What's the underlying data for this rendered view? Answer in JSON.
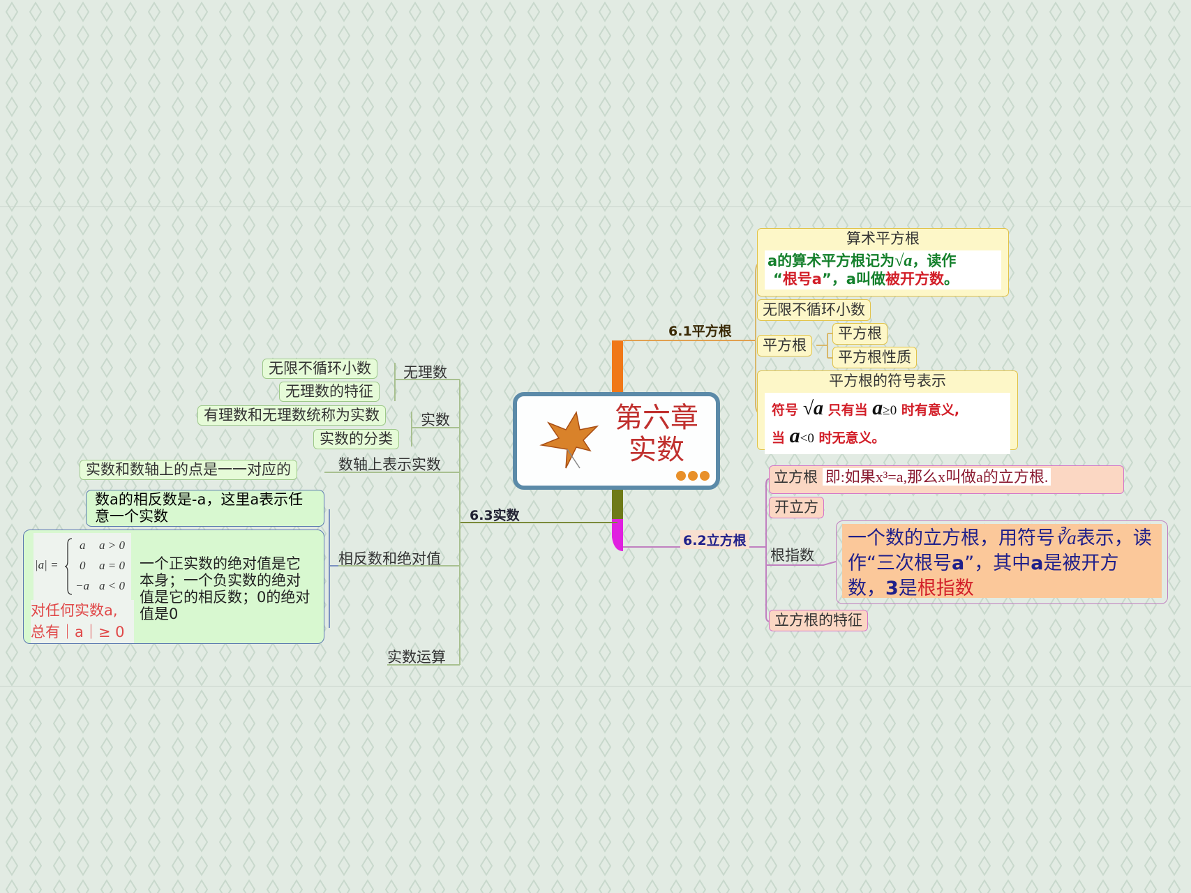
{
  "center": {
    "title_line1": "第六章",
    "title_line2": "实数",
    "leaf_icon": "maple-leaf-icon",
    "more_icon": "ellipsis-dots-icon"
  },
  "colors": {
    "background": "#e2ebe3",
    "branch_61": "#f07818",
    "branch_62": "#e020e0",
    "branch_63": "#6e7a18",
    "center_border": "#5b8aa8",
    "title": "#c0302e"
  },
  "branch_61": {
    "label": "6.1平方根",
    "arith": {
      "title": "算术平方根",
      "l1a": "a的算术平方根记为",
      "sqrt_a": "√a",
      "l1b": "，读作",
      "l2q1": "“",
      "l2red": "根号a",
      "l2q2": "”，a叫做",
      "l2red2": "被开方数",
      "l2end": "。"
    },
    "infinite": "无限不循环小数",
    "sqrt": {
      "label": "平方根",
      "children": [
        "平方根",
        "平方根性质"
      ]
    },
    "symbol": {
      "title": "平方根的符号表示",
      "l1a": "符号",
      "sqrt_a": "√a",
      "l1b": "只有当",
      "a1": "a",
      "ge": "≥0",
      "l1c": "时有意义,",
      "l2a": "当",
      "a2": "a",
      "lt": "<0",
      "l2b": "时无意义。"
    }
  },
  "branch_62": {
    "label": "6.2立方根",
    "cube": {
      "label": "立方根",
      "def": "即:如果x³=a,那么x叫做a的立方根."
    },
    "extract": "开立方",
    "index": {
      "label": "根指数",
      "t1": "一个数的立方根，用符号",
      "cbrt": "∛a",
      "t2": "表示，读作“三次根号",
      "a1": "a",
      "t3": "”，其中",
      "a2": "a",
      "t4": "是被开方数，",
      "three": "3",
      "t5": "是",
      "red": "根指数"
    },
    "feature": "立方根的特征"
  },
  "branch_63": {
    "label": "6.3实数",
    "irrational": {
      "label": "无理数",
      "children": [
        "无限不循环小数",
        "无理数的特征"
      ]
    },
    "real": {
      "label": "实数",
      "children": [
        "有理数和无理数统称为实数",
        "实数的分类"
      ]
    },
    "axis": {
      "label": "数轴上表示实数",
      "child": "实数和数轴上的点是一一对应的"
    },
    "opposite": {
      "label": "相反数和绝对值",
      "opp_text": "数a的相反数是-a，这里a表示任意一个实数",
      "abs_formula": {
        "lhs": "|a| =",
        "rows": [
          [
            "a",
            "a > 0"
          ],
          [
            "0",
            "a = 0"
          ],
          [
            "−a",
            "a < 0"
          ]
        ]
      },
      "abs_note_1": "对任何实数a,",
      "abs_note_2": "总有｜a｜≥ 0",
      "abs_text": "一个正实数的绝对值是它本身；一个负实数的绝对值是它的相反数；0的绝对值是0"
    },
    "ops": "实数运算"
  }
}
